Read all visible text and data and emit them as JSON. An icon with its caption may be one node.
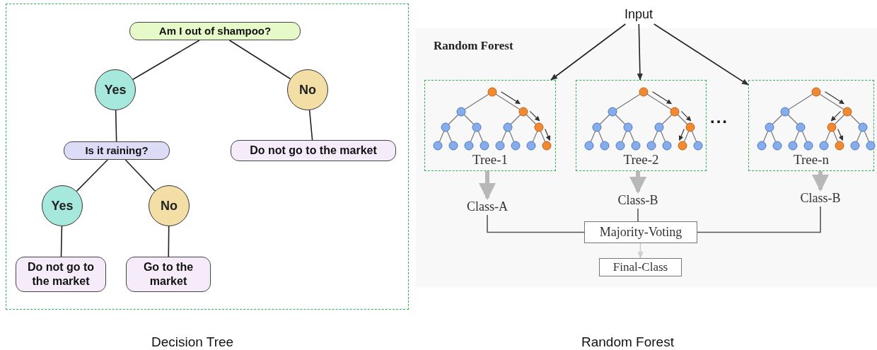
{
  "diagram": {
    "nodes": [
      {
        "text": [],
        "shape": "box"
      },
      {
        "text": [
          "Am I out of shampoo?"
        ],
        "in": 0
      },
      {
        "text": [
          "Yes"
        ],
        "in": 0
      },
      {
        "text": [
          "No"
        ],
        "in": 0
      },
      {
        "text": [
          "Is it raining?"
        ],
        "in": 0
      },
      {
        "text": [
          "Do not go to the market"
        ],
        "in": 0
      },
      {
        "text": [
          "Yes"
        ],
        "in": 0
      },
      {
        "text": [
          "No"
        ],
        "in": 0
      },
      {
        "text": [
          "Do not go to the market"
        ],
        "in": 0
      },
      {
        "text": [
          "Go to the market"
        ],
        "in": 0
      },
      {
        "text": [
          "Input"
        ]
      },
      {
        "text": [
          "Tree-1"
        ]
      },
      {
        "text": [
          "Tree-2"
        ]
      },
      {
        "text": [
          "Tree-n"
        ]
      },
      {
        "text": [
          "Class-A"
        ]
      },
      {
        "text": [
          "Class-B"
        ]
      },
      {
        "text": [
          "Class-B"
        ]
      },
      {
        "text": [
          "Majority-Voting"
        ]
      },
      {
        "text": [
          "Final-Class"
        ]
      }
    ],
    "edges": [
      {
        "from": 1,
        "to": 2,
        "arrow": "none"
      },
      {
        "from": 1,
        "to": 3,
        "arrow": "none"
      },
      {
        "from": 2,
        "to": 4,
        "arrow": "none"
      },
      {
        "from": 3,
        "to": 5,
        "arrow": "none"
      },
      {
        "from": 4,
        "to": 6,
        "arrow": "none"
      },
      {
        "from": 4,
        "to": 7,
        "arrow": "none"
      },
      {
        "from": 6,
        "to": 8,
        "arrow": "none"
      },
      {
        "from": 7,
        "to": 9,
        "arrow": "none"
      },
      {
        "from": 10,
        "to": 11,
        "arrow": "to"
      },
      {
        "from": 10,
        "to": 12,
        "arrow": "to"
      },
      {
        "from": 10,
        "to": 13,
        "arrow": "to"
      },
      {
        "from": 11,
        "to": 14,
        "arrow": "to",
        "style": "thick",
        "color": "#b8b8b8"
      },
      {
        "from": 12,
        "to": 15,
        "arrow": "to",
        "style": "thick",
        "color": "#b8b8b8"
      },
      {
        "from": 13,
        "to": 16,
        "arrow": "to",
        "style": "thick",
        "color": "#b8b8b8"
      },
      {
        "from": 14,
        "to": 17,
        "arrow": "none"
      },
      {
        "from": 15,
        "to": 17,
        "arrow": "none"
      },
      {
        "from": 16,
        "to": 17,
        "arrow": "none"
      },
      {
        "from": 17,
        "to": 18,
        "arrow": "to",
        "color": "#cfcfcf"
      }
    ],
    "labels": [
      "Random Forest",
      "...",
      "Decision Tree",
      "Random Forest"
    ]
  }
}
